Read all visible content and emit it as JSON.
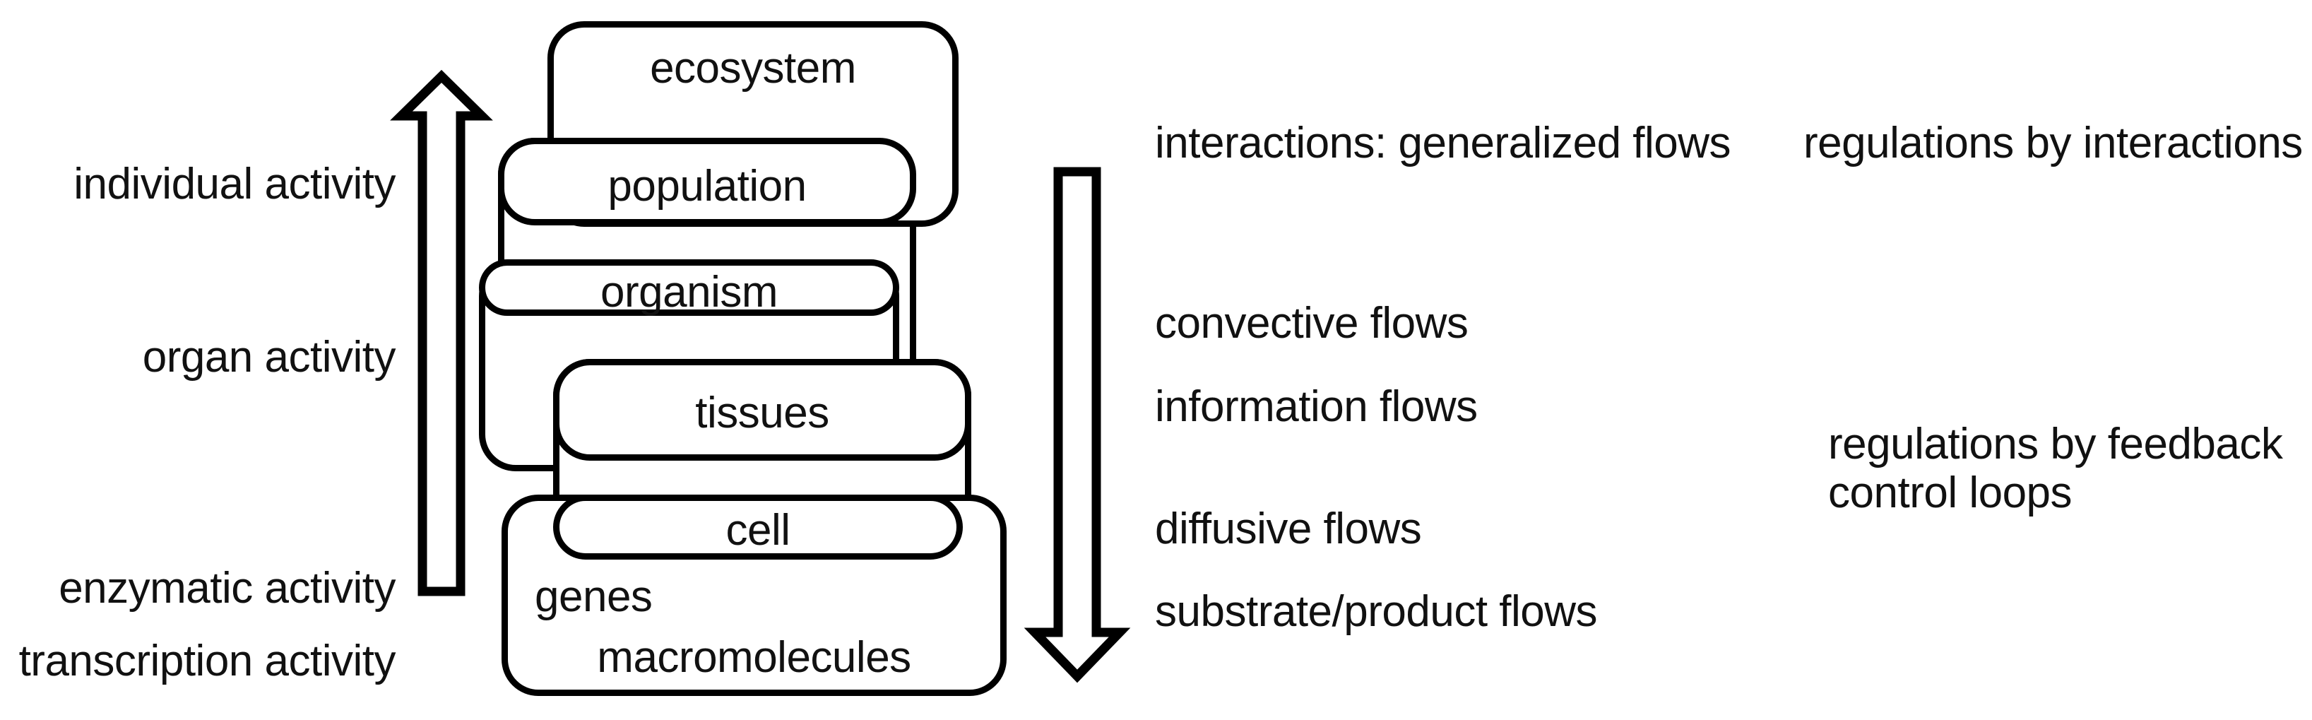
{
  "diagram": {
    "title": "biological organization levels and flows",
    "stroke_color": "#000000",
    "text_color": "#111111",
    "background": "#ffffff"
  },
  "left_column": {
    "arrow": {
      "direction": "up",
      "name": "activity-scale-up-arrow"
    },
    "labels": [
      {
        "text": "individual activity"
      },
      {
        "text": "organ activity"
      },
      {
        "text": "enzymatic activity"
      },
      {
        "text": "transcription activity"
      }
    ]
  },
  "levels": [
    {
      "label": "ecosystem"
    },
    {
      "label": "population"
    },
    {
      "label": "organism"
    },
    {
      "label": "tissues"
    },
    {
      "label": "cell"
    },
    {
      "label": "genes"
    },
    {
      "label": "macromolecules"
    }
  ],
  "middle_column": {
    "arrow": {
      "direction": "down",
      "name": "flows-scale-down-arrow"
    },
    "labels": [
      {
        "text": "interactions: generalized flows"
      },
      {
        "text": "convective flows"
      },
      {
        "text": "information flows"
      },
      {
        "text": "diffusive flows"
      },
      {
        "text": "substrate/product flows"
      }
    ]
  },
  "right_column": {
    "labels": [
      {
        "text": "regulations by interactions"
      },
      {
        "text": "regulations by feedback"
      },
      {
        "text": "control loops"
      }
    ]
  }
}
